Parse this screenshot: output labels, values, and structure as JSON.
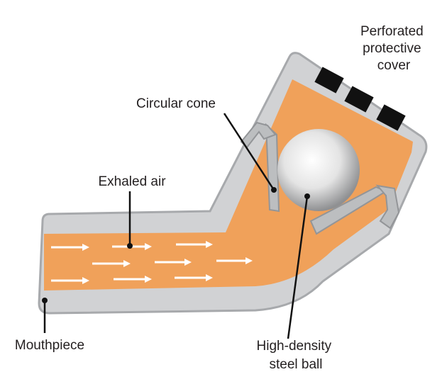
{
  "labels": {
    "perforated_cover": [
      "Perforated",
      "protective",
      "cover"
    ],
    "circular_cone": "Circular cone",
    "exhaled_air": "Exhaled air",
    "mouthpiece": "Mouthpiece",
    "steel_ball": [
      "High-density",
      "steel ball"
    ]
  },
  "colors": {
    "casing": "#d1d2d4",
    "casing_edge": "#a7a9ac",
    "air_channel": "#f0a15a",
    "arrows": "#ffffff",
    "cover_blocks": "#111111",
    "leader_lines": "#111111",
    "text": "#231f20"
  }
}
